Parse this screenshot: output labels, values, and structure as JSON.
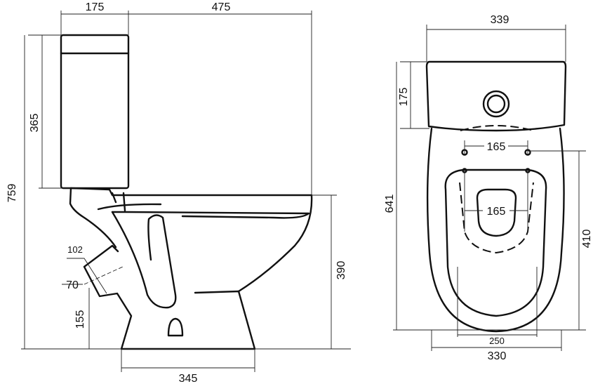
{
  "side_view": {
    "dims": {
      "tank_depth": "175",
      "bowl_length": "475",
      "tank_height": "365",
      "total_height": "759",
      "outlet_diameter_outer": "102",
      "outlet_diameter_inner": "70",
      "outlet_height": "155",
      "bowl_height": "390",
      "base_length": "345"
    }
  },
  "top_view": {
    "dims": {
      "tank_width": "339",
      "tank_depth": "175",
      "total_length": "641",
      "mount_spacing_top": "165",
      "mount_spacing_seat": "165",
      "seat_length": "410",
      "base_width": "250",
      "bowl_width": "330"
    }
  }
}
